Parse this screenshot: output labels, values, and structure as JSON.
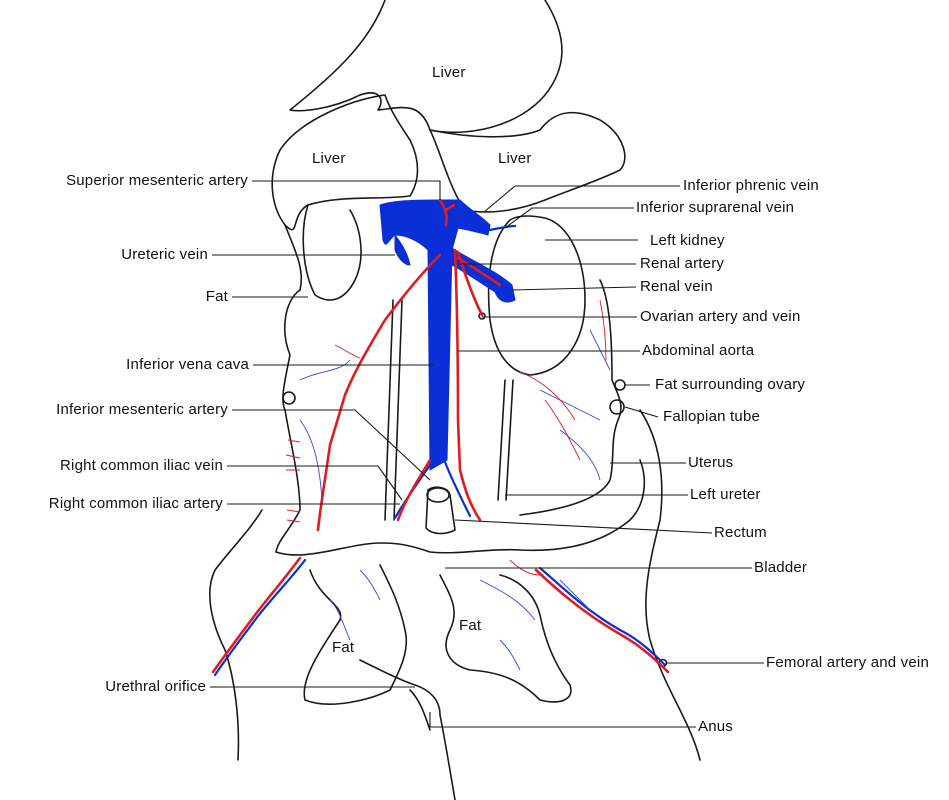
{
  "colors": {
    "vein": "#0b2fd6",
    "artery": "#e11b22",
    "outline": "#1a1a1a"
  },
  "organ_labels": {
    "liver_top": "Liver",
    "liver_left": "Liver",
    "liver_right": "Liver",
    "fat_center_left": "Fat",
    "fat_center_right": "Fat"
  },
  "left_labels": [
    "Superior mesenteric artery",
    "Ureteric vein",
    "Fat",
    "Inferior vena cava",
    "Inferior mesenteric artery",
    "Right common iliac vein",
    "Right common iliac artery",
    "Urethral orifice"
  ],
  "right_labels": [
    "Inferior phrenic vein",
    "Inferior suprarenal vein",
    "Left kidney",
    "Renal artery",
    "Renal vein",
    "Ovarian artery and vein",
    "Abdominal aorta",
    "Fat surrounding ovary",
    "Fallopian tube",
    "Uterus",
    "Left ureter",
    "Rectum",
    "Bladder",
    "Femoral artery and vein",
    "Anus"
  ]
}
